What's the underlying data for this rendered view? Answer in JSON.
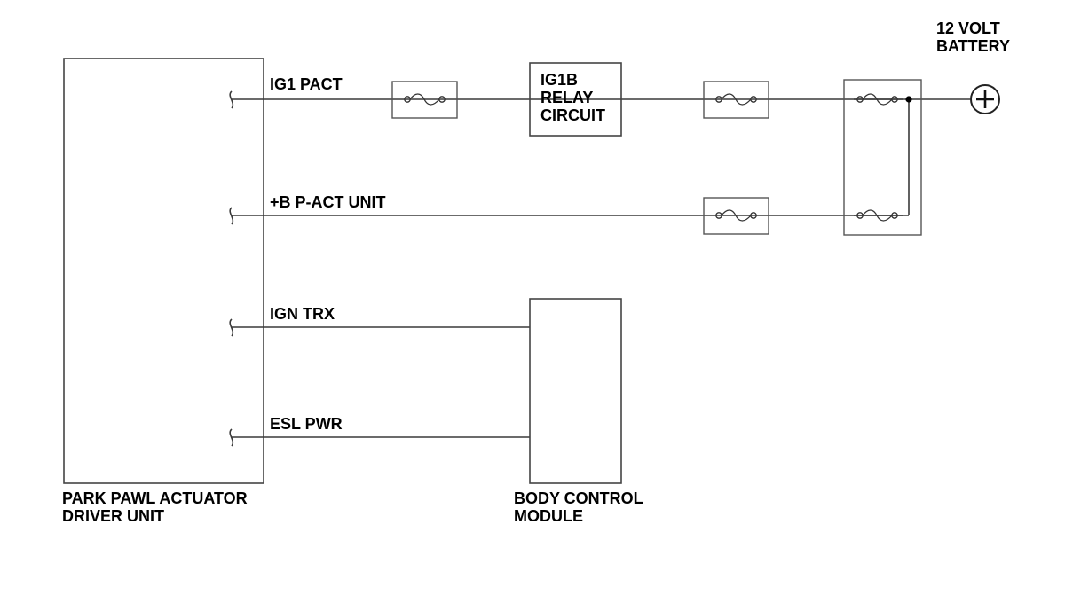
{
  "components": {
    "driver_unit": {
      "line1": "PARK PAWL ACTUATOR",
      "line2": "DRIVER UNIT"
    },
    "bcm": {
      "line1": "BODY CONTROL",
      "line2": "MODULE"
    },
    "relay": {
      "line1": "IG1B",
      "line2": "RELAY",
      "line3": "CIRCUIT"
    },
    "battery": {
      "line1": "12 VOLT",
      "line2": "BATTERY"
    }
  },
  "circuits": {
    "ig1_pact": "IG1 PACT",
    "b_pact_unit": "+B P-ACT UNIT",
    "ign_trx": "IGN TRX",
    "esl_pwr": "ESL PWR"
  }
}
